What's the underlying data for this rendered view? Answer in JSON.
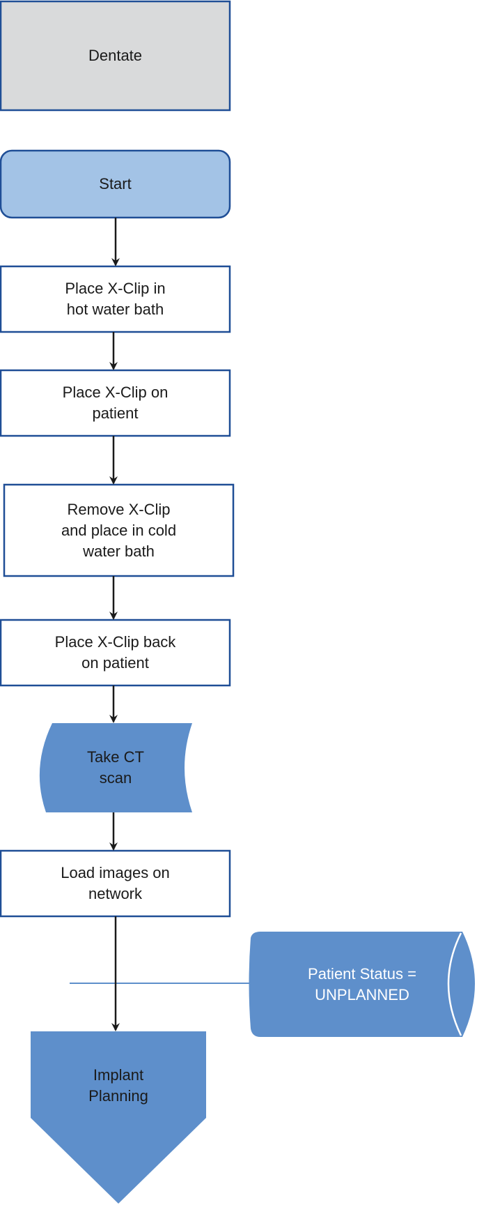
{
  "diagram": {
    "nodes": {
      "dentate": "Dentate",
      "start": "Start",
      "hot_bath": "Place X-Clip in\nhot water bath",
      "on_patient": "Place X-Clip on\npatient",
      "cold_bath": "Remove X-Clip\nand place in cold\nwater bath",
      "back_on_patient": "Place X-Clip back\non patient",
      "ct_scan": "Take CT\nscan",
      "load_images": "Load images on\nnetwork",
      "patient_status": "Patient Status =\nUNPLANNED",
      "implant_planning": "Implant\nPlanning"
    },
    "colors": {
      "border": "#1f4e96",
      "dentate_fill": "#d9dadb",
      "start_fill": "#a3c3e6",
      "shape_fill": "#5e8fcb",
      "arrow": "#1a1a1a"
    }
  }
}
